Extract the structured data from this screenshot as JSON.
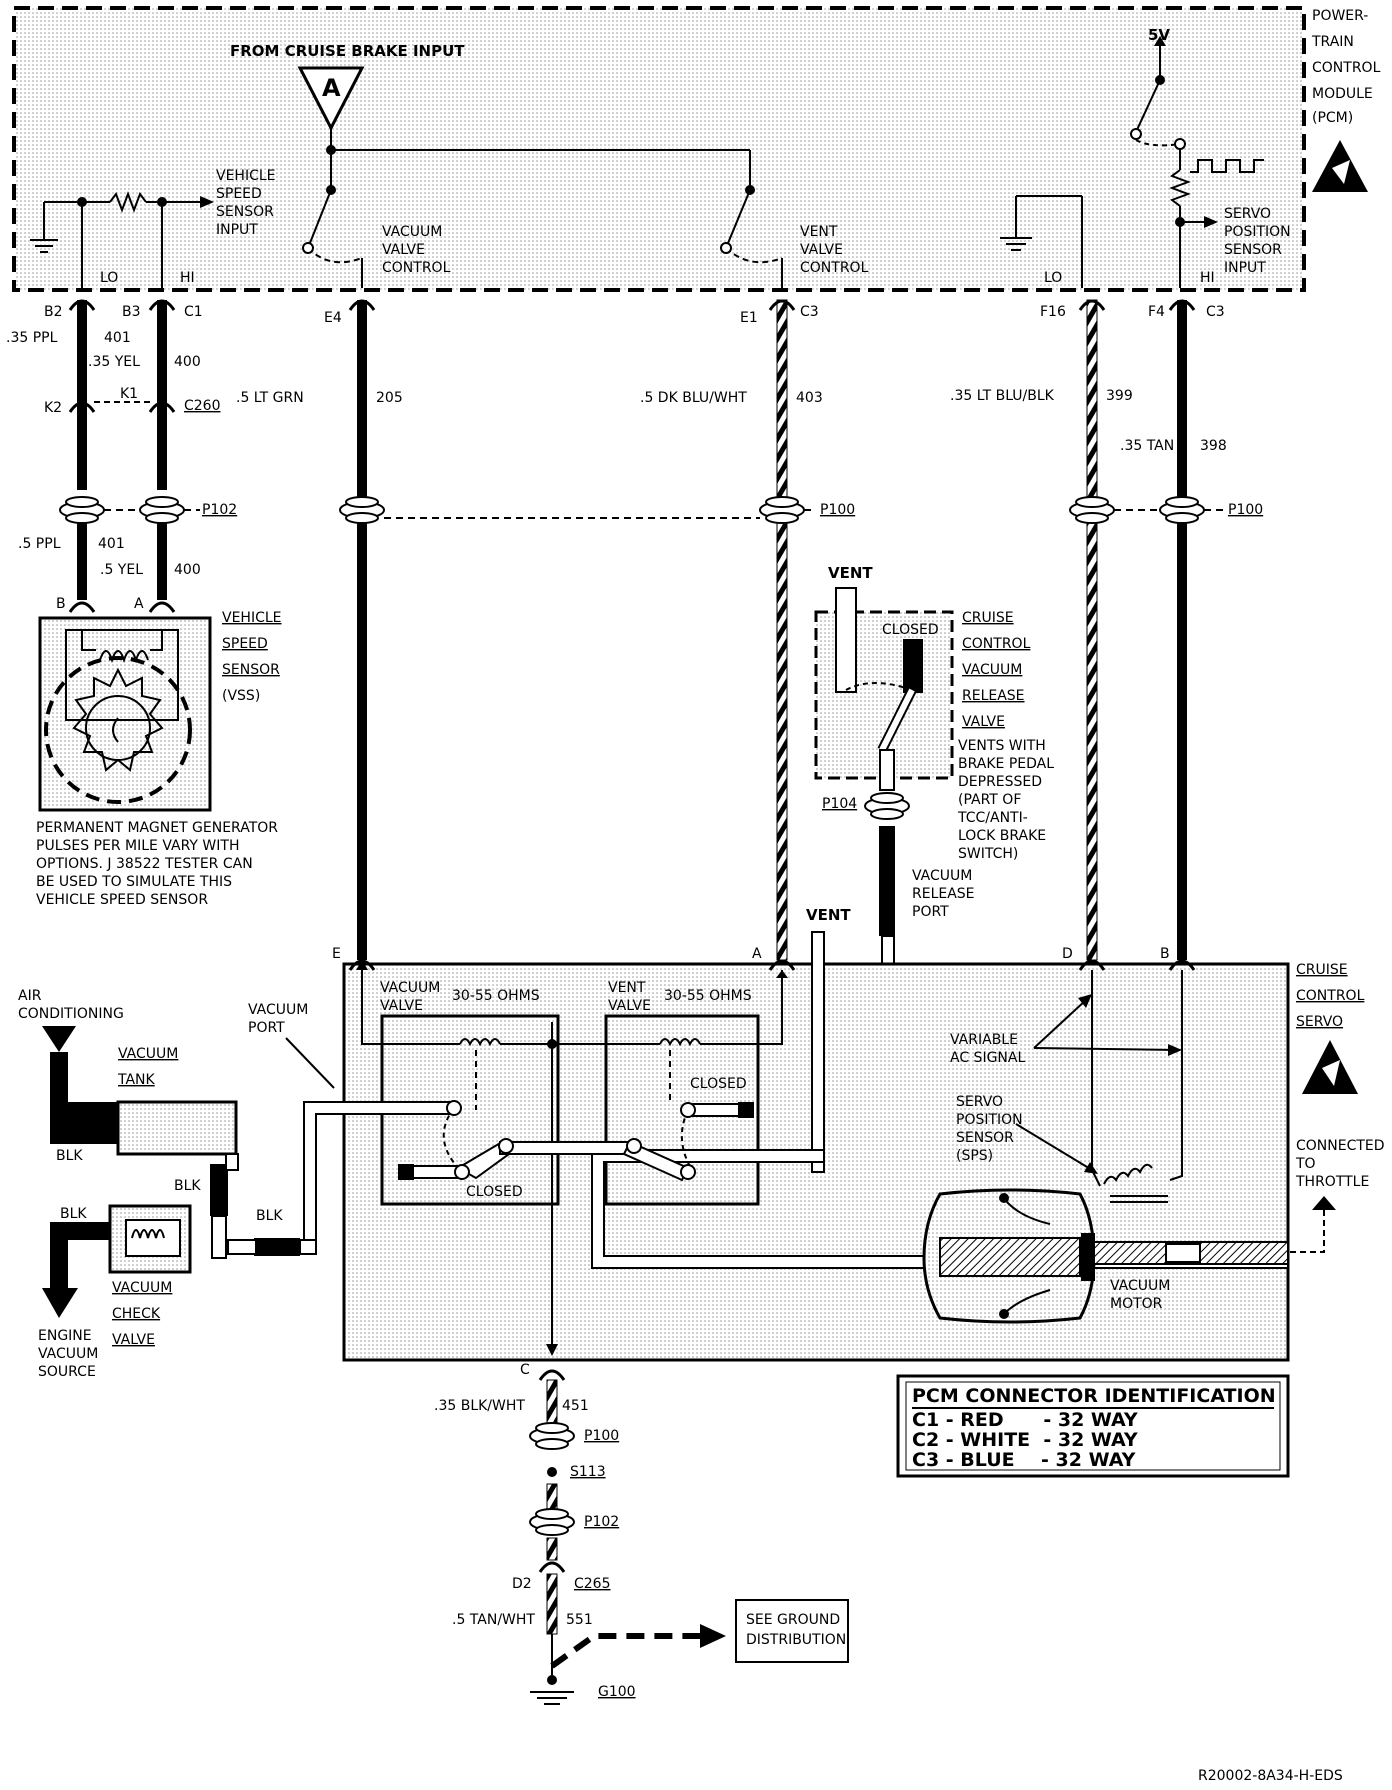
{
  "pcm": {
    "title_lines": [
      "POWER-",
      "TRAIN",
      "CONTROL",
      "MODULE",
      "(PCM)"
    ],
    "brake_input_label": "FROM CRUISE BRAKE INPUT",
    "brake_input_marker": "A",
    "vss_input_label": [
      "VEHICLE",
      "SPEED",
      "SENSOR",
      "INPUT"
    ],
    "vacuum_valve_control": [
      "VACUUM",
      "VALVE",
      "CONTROL"
    ],
    "vent_valve_control": [
      "VENT",
      "VALVE",
      "CONTROL"
    ],
    "servo_input_label": [
      "SERVO",
      "POSITION",
      "SENSOR",
      "INPUT"
    ],
    "voltage": "5V",
    "lo": "LO",
    "hi": "HI"
  },
  "terminals": {
    "b2": "B2",
    "b3": "B3",
    "c1": "C1",
    "e4": "E4",
    "e1": "E1",
    "c3a": "C3",
    "f16": "F16",
    "f4": "F4",
    "c3b": "C3",
    "k2": "K2",
    "k1": "K1",
    "b": "B",
    "a": "A",
    "e": "E",
    "a2": "A",
    "d": "D",
    "b2s": "B",
    "c": "C",
    "d2": "D2"
  },
  "wires": {
    "w401": ".35 PPL",
    "n401": "401",
    "w400": ".35 YEL",
    "n400": "400",
    "w205": ".5 LT GRN",
    "n205": "205",
    "w403": ".5 DK BLU/WHT",
    "n403": "403",
    "w399": ".35 LT BLU/BLK",
    "n399": "399",
    "w398": ".35 TAN",
    "n398": "398",
    "w401b": ".5 PPL",
    "n401b": "401",
    "w400b": ".5 YEL",
    "n400b": "400",
    "w451": ".35 BLK/WHT",
    "n451": "451",
    "w551": ".5 TAN/WHT",
    "n551": "551"
  },
  "connectors": {
    "c260": "C260",
    "p102a": "P102",
    "p100a": "P100",
    "p100b": "P100",
    "p104": "P104",
    "p100c": "P100",
    "s113": "S113",
    "p102b": "P102",
    "c265": "C265",
    "g100": "G100"
  },
  "vss": {
    "label_lines": [
      "VEHICLE",
      "SPEED",
      "SENSOR",
      "(VSS)"
    ],
    "note_lines": [
      "PERMANENT MAGNET GENERATOR",
      "PULSES PER MILE VARY WITH",
      "OPTIONS. J 38522 TESTER CAN",
      "BE USED TO SIMULATE THIS",
      "VEHICLE SPEED SENSOR"
    ]
  },
  "release_valve": {
    "vent": "VENT",
    "closed": "CLOSED",
    "label_lines": [
      "CRUISE",
      "CONTROL",
      "VACUUM",
      "RELEASE",
      "VALVE"
    ],
    "note_lines": [
      "VENTS WITH",
      "BRAKE PEDAL",
      "DEPRESSED",
      "(PART OF",
      "TCC/ANTI-",
      "LOCK BRAKE",
      "SWITCH)"
    ],
    "port_lines": [
      "VACUUM",
      "RELEASE",
      "PORT"
    ]
  },
  "servo": {
    "label_lines": [
      "CRUISE",
      "CONTROL",
      "SERVO"
    ],
    "vent": "VENT",
    "vacuum_valve": [
      "VACUUM",
      "VALVE"
    ],
    "vent_valve": [
      "VENT",
      "VALVE"
    ],
    "ohms_a": "30-55 OHMS",
    "ohms_b": "30-55 OHMS",
    "closed_a": "CLOSED",
    "closed_b": "CLOSED",
    "ac_signal": [
      "VARIABLE",
      "AC SIGNAL"
    ],
    "sps": [
      "SERVO",
      "POSITION",
      "SENSOR",
      "(SPS)"
    ],
    "vacuum_motor": [
      "VACUUM",
      "MOTOR"
    ],
    "throttle": [
      "CONNECTED",
      "TO",
      "THROTTLE"
    ],
    "vacuum_port": [
      "VACUUM",
      "PORT"
    ]
  },
  "vacuum_system": {
    "ac": [
      "AIR",
      "CONDITIONING"
    ],
    "tank": [
      "VACUUM",
      "TANK"
    ],
    "blk": "BLK",
    "check_valve": [
      "VACUUM",
      "CHECK",
      "VALVE"
    ],
    "source": [
      "ENGINE",
      "VACUUM",
      "SOURCE"
    ]
  },
  "pcm_table": {
    "title": "PCM CONNECTOR IDENTIFICATION",
    "rows": [
      "C1 - RED      - 32 WAY",
      "C2 - WHITE  - 32 WAY",
      "C3 - BLUE    - 32 WAY"
    ]
  },
  "ground_box": [
    "SEE GROUND",
    "DISTRIBUTION"
  ],
  "footer_code": "R20002-8A34-H-EDS"
}
